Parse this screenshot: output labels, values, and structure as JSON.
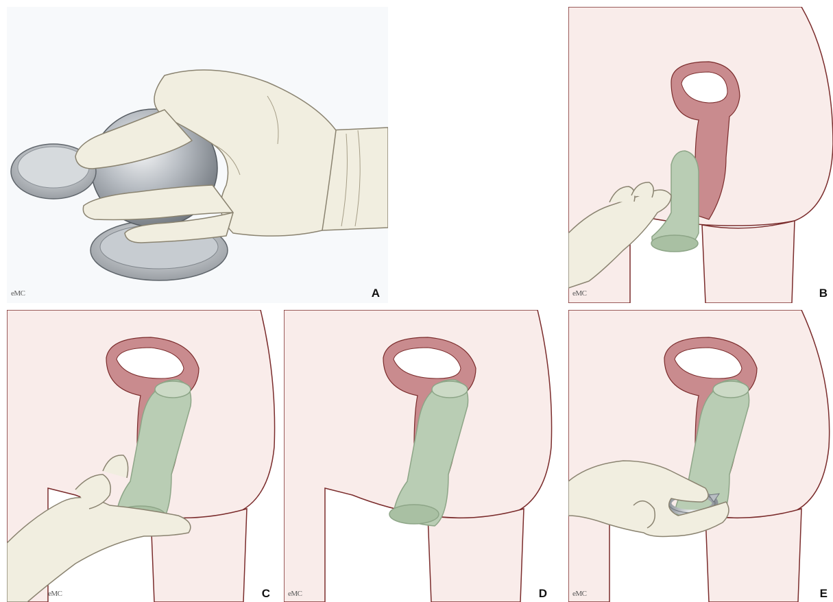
{
  "figure": {
    "credit": "eMC",
    "colors": {
      "skin": "#f9ecea",
      "outline": "#7a2b2b",
      "mucosa": "#c98b8e",
      "glove": "#f1eee0",
      "glove_outline": "#8a8370",
      "condom": "#b9cdb4",
      "condom_outline": "#8da587",
      "ring": "#c9cccf",
      "background_a": "#f7f9fb"
    },
    "panels": [
      {
        "label": "A"
      },
      {
        "label": "B"
      },
      {
        "label": "C"
      },
      {
        "label": "D"
      },
      {
        "label": "E"
      }
    ]
  }
}
